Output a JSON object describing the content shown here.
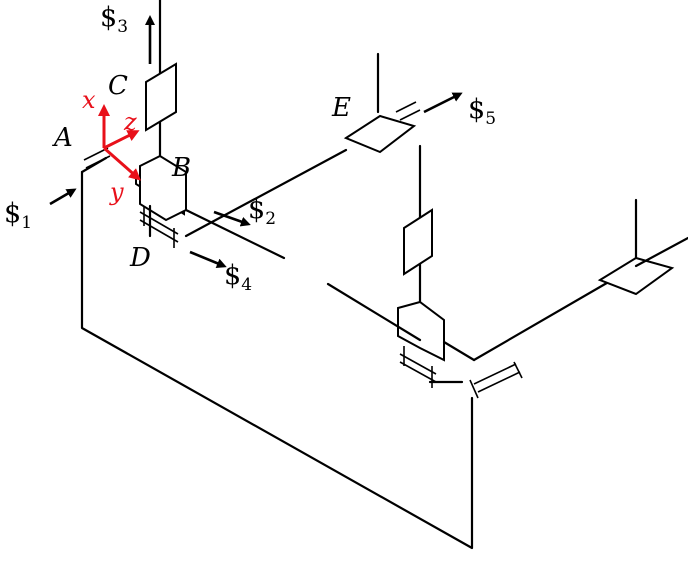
{
  "joints": {
    "A": "A",
    "B": "B",
    "C": "C",
    "D": "D",
    "E": "E"
  },
  "screws": [
    {
      "symbol": "$",
      "index": "1"
    },
    {
      "symbol": "$",
      "index": "2"
    },
    {
      "symbol": "$",
      "index": "3"
    },
    {
      "symbol": "$",
      "index": "4"
    },
    {
      "symbol": "$",
      "index": "5"
    }
  ],
  "axes": {
    "x": "x",
    "y": "y",
    "z": "z"
  },
  "colors": {
    "line": "#000000",
    "axis": "#e8101a",
    "background": "#ffffff"
  }
}
